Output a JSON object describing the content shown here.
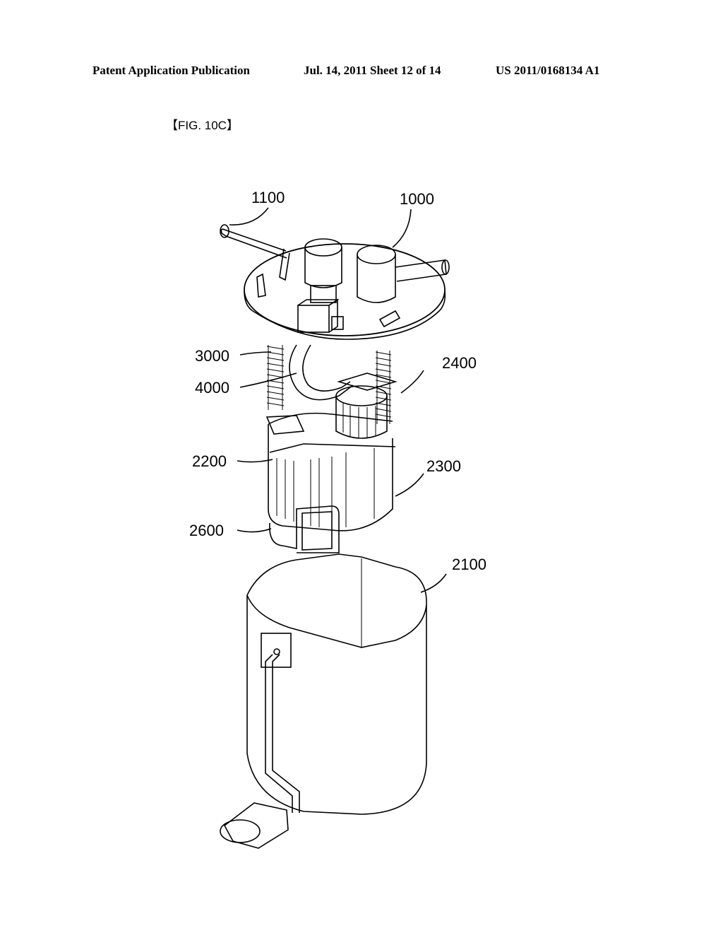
{
  "header": {
    "left": "Patent Application Publication",
    "middle": "Jul. 14, 2011   Sheet 12 of 14",
    "right": "US 2011/0168134 A1"
  },
  "figure": {
    "label": "【FIG. 10C】",
    "refs": {
      "r1100": "1100",
      "r1000": "1000",
      "r3000": "3000",
      "r4000": "4000",
      "r2400": "2400",
      "r2200": "2200",
      "r2300": "2300",
      "r2600": "2600",
      "r2100": "2100"
    }
  }
}
